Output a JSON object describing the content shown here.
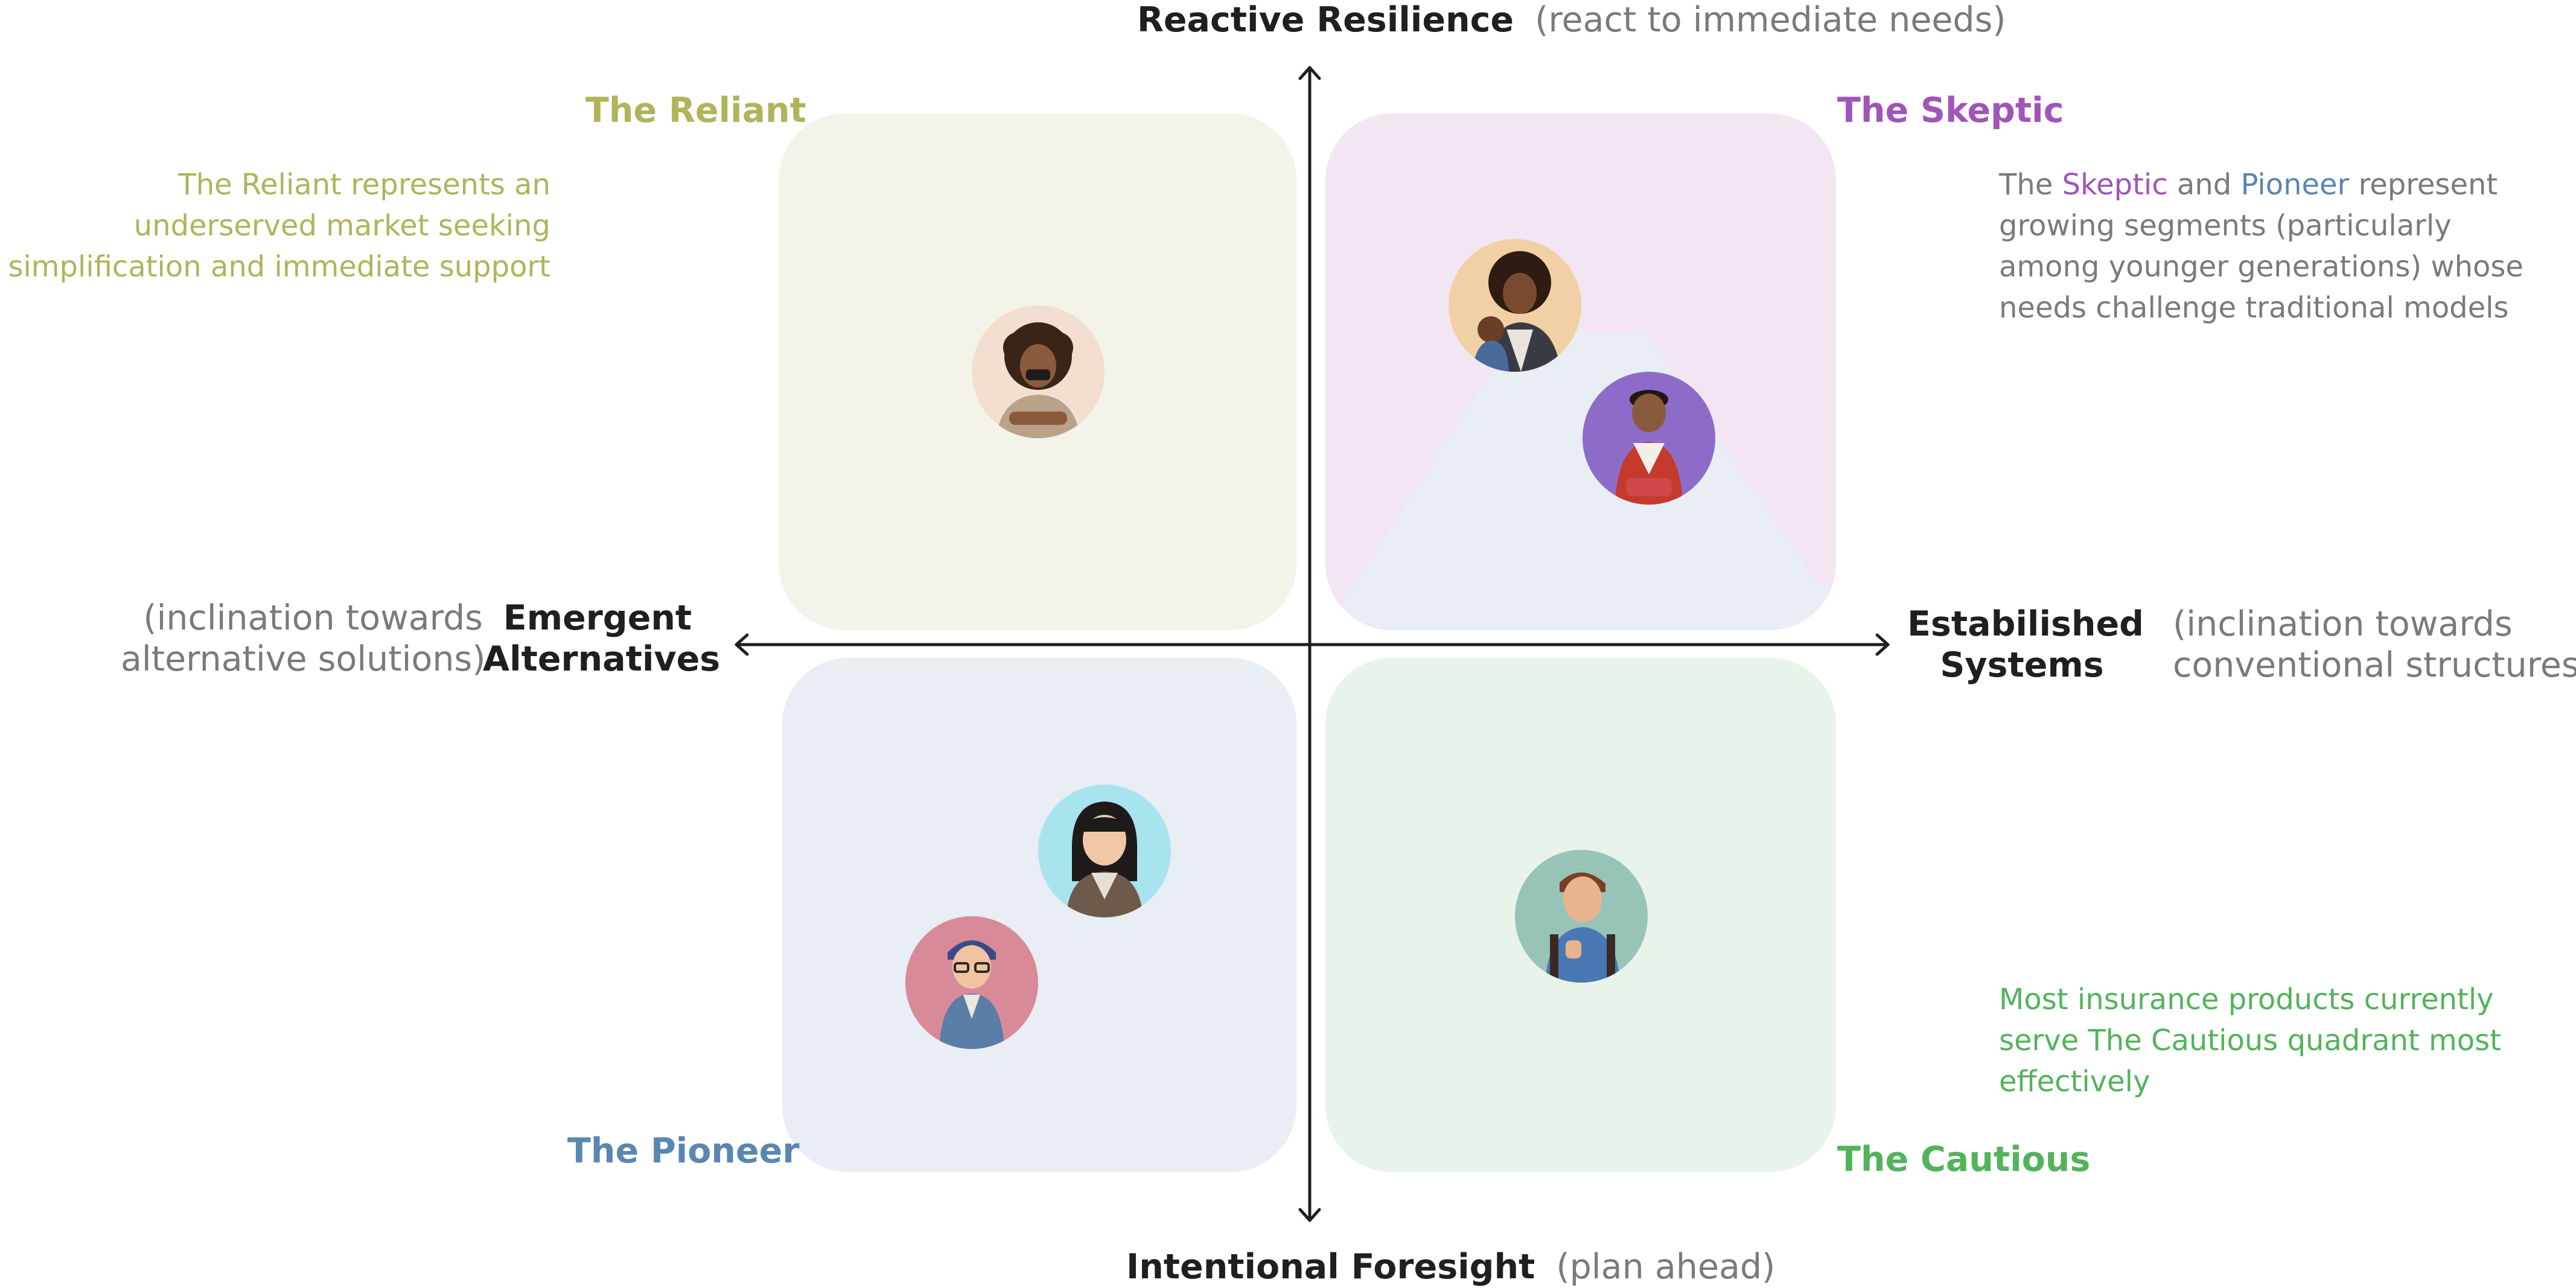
{
  "axes": {
    "top": {
      "title": "Reactive Resilience",
      "note": "(react to immediate needs)"
    },
    "bottom": {
      "title": "Intentional Foresight",
      "note": "(plan ahead)"
    },
    "left": {
      "title_line1": "Emergent",
      "title_line2": "Alternatives",
      "note_line1": "(inclination towards",
      "note_line2": "alternative solutions)"
    },
    "right": {
      "title_line1": "Estabilished",
      "title_line2": "Systems",
      "note_line1": "(inclination towards",
      "note_line2": "conventional structures)"
    }
  },
  "quadrants": {
    "reliant": {
      "title": "The Reliant",
      "color": "#b2b35a",
      "fill": "#f4f3ea"
    },
    "skeptic": {
      "title": "The Skeptic",
      "color": "#a055b8",
      "fill": "#f3e6f3"
    },
    "pioneer": {
      "title": "The Pioneer",
      "color": "#5a86b2",
      "fill": "#e9edf4"
    },
    "cautious": {
      "title": "The Cautious",
      "color": "#52b35a",
      "fill": "#e8f3e9"
    }
  },
  "notes": {
    "reliant": {
      "line1": "The Reliant represents an",
      "line2": "underserved market seeking",
      "line3": "simplification and immediate support"
    },
    "skeptic_pioneer": {
      "w1": "The ",
      "w2": "Skeptic",
      "w3": " and ",
      "w4": "Pioneer",
      "w5": " represent",
      "line2": "growing segments (particularly",
      "line3": "among younger generations) whose",
      "line4": "needs challenge traditional models"
    },
    "cautious": {
      "line1": "Most insurance products currently",
      "line2": "serve The Cautious quadrant most",
      "line3": "effectively"
    }
  },
  "personas": [
    {
      "icon": "woman-arms-crossed-avatar-icon",
      "bg": "#f2dfcf"
    },
    {
      "icon": "mother-with-child-avatar-icon",
      "bg": "#f2d0a6"
    },
    {
      "icon": "man-with-backpack-avatar-icon",
      "bg": "#8c6cc8"
    },
    {
      "icon": "young-woman-avatar-icon",
      "bg": "#a8e4ee"
    },
    {
      "icon": "boy-with-glasses-avatar-icon",
      "bg": "#d88a99"
    },
    {
      "icon": "young-man-thumbs-up-avatar-icon",
      "bg": "#98c4b8"
    }
  ]
}
